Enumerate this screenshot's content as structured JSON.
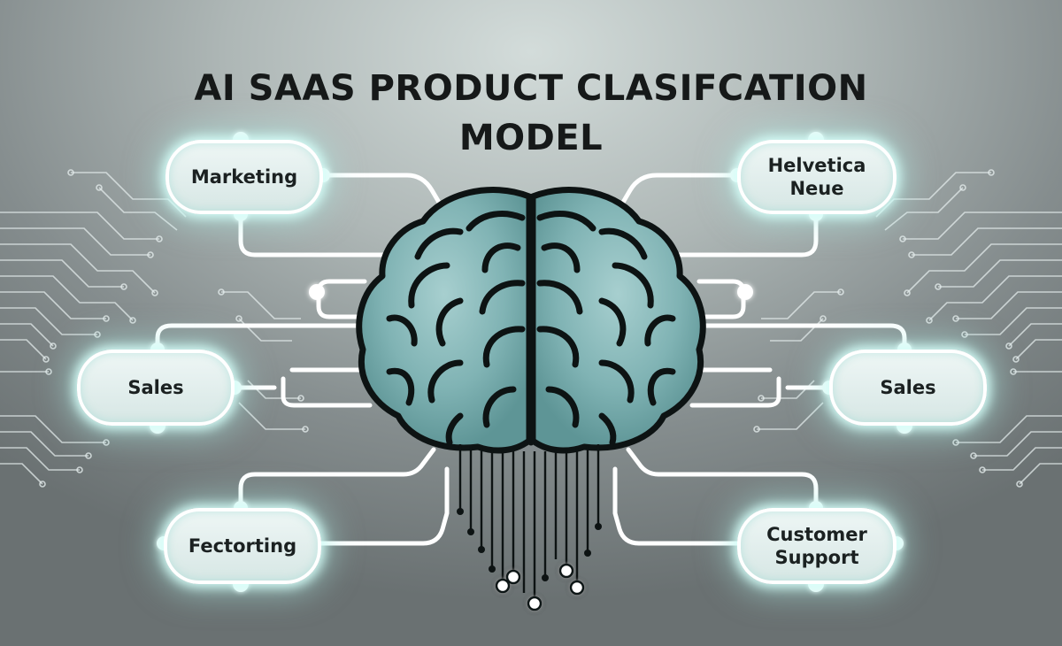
{
  "title": {
    "line1": "AI SAAS PRODUCT CLASIFCATION",
    "line2": "MODEL"
  },
  "nodes": {
    "marketing": "Marketing",
    "helvetica": {
      "line1": "Helvetica",
      "line2": "Neue"
    },
    "sales_left": "Sales",
    "sales_right": "Sales",
    "fectorting": "Fectorting",
    "support": {
      "line1": "Customer",
      "line2": "Support"
    }
  },
  "center": {
    "icon": "brain-icon"
  },
  "colors": {
    "brain_fill": "#7fb2b3",
    "brain_outline": "#0d1313",
    "connector": "#ffffff",
    "node_glow": "#bff5ee",
    "circuit": "#e4ecec"
  }
}
